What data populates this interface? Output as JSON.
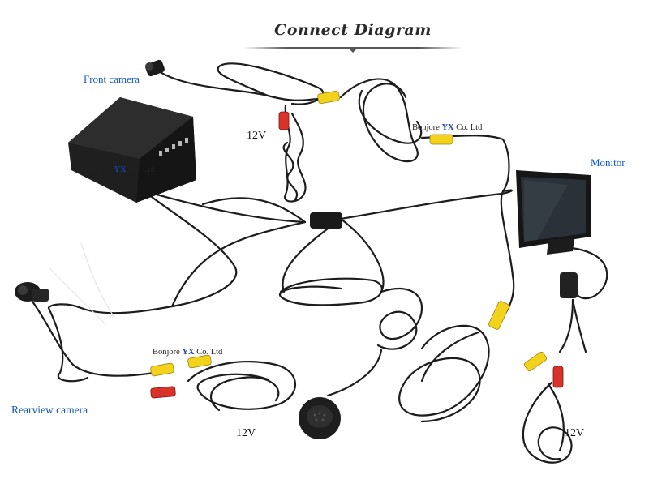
{
  "title": "Connect Diagram",
  "labels": {
    "front_camera": "Front camera",
    "monitor": "Monitor",
    "rearview_camera": "Rearview camera",
    "power_top": "12V",
    "power_bottom_left": "12V",
    "power_bottom_right": "12V"
  },
  "watermarks": {
    "top": {
      "prefix": "Bonjore ",
      "brand": "YX",
      "suffix": " Co. Ltd"
    },
    "box": {
      "prefix": "Bonjore ",
      "brand": "YX",
      "suffix": " Co. Ltd"
    },
    "bottom": {
      "prefix": "Bonjore ",
      "brand": "YX",
      "suffix": " Co. Ltd"
    }
  },
  "colors": {
    "label_blue": "#1155c9",
    "cable": "#1c1c1c",
    "rca_yellow": "#f2d21a",
    "rca_red": "#d8322a",
    "device": "#202020"
  }
}
